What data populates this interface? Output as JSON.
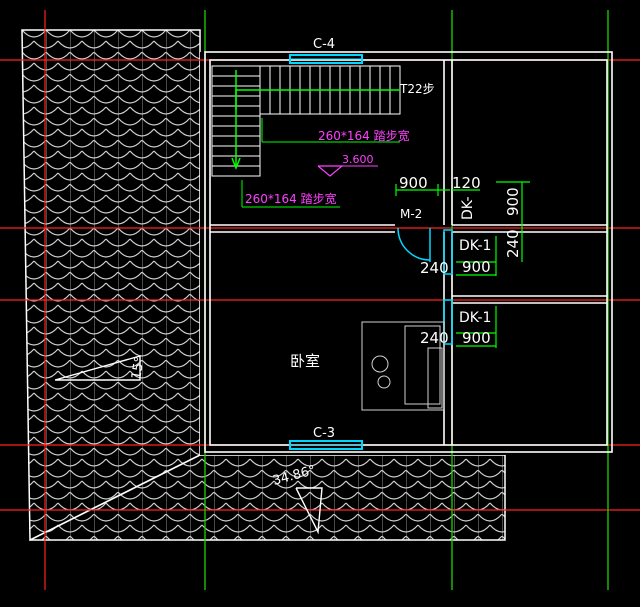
{
  "colors": {
    "background": "#000000",
    "wall": "#ffffff",
    "axis": "#ff2020",
    "axis_green": "#00e000",
    "dim_green": "#00ff00",
    "window": "#00d7ff",
    "note_magenta": "#ff40ff",
    "roof": "#d9d9d9"
  },
  "labels": {
    "window_top": "C-4",
    "window_bottom": "C-3",
    "stair_steps": "T22步",
    "stair_note_upper": "260*164 踏步宽",
    "stair_note_lower": "260*164 踏步宽",
    "elevation": "3.600",
    "door_m2": "M-2",
    "dk_vertical": "DK-",
    "dk1_upper": "DK-1",
    "dk1_lower": "DK-1",
    "room_name": "卧室",
    "roof_angle_left": "15°",
    "roof_angle_bottom": "34.86°"
  },
  "dimensions": {
    "d900_top": "900",
    "d120": "120",
    "d900_vertical": "900",
    "d240_vertical": "240",
    "d240_upper": "240",
    "d900_upper": "900",
    "d240_lower": "240",
    "d900_lower": "900"
  }
}
